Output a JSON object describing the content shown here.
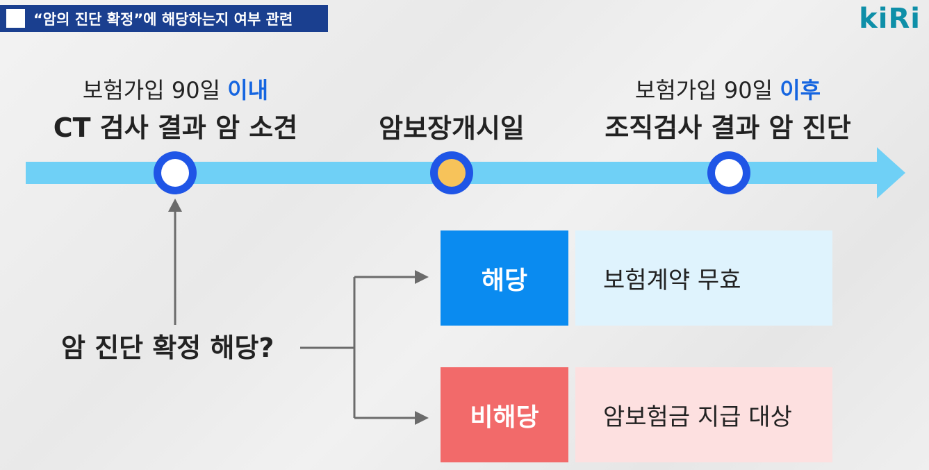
{
  "header": {
    "title": "“암의 진단 확정”에 해당하는지 여부 관련"
  },
  "logo": {
    "text_k": "k",
    "text_iri": "iRi"
  },
  "timeline": {
    "points": [
      {
        "sub_prefix": "보험가입 90일 ",
        "sub_emph": "이내",
        "main": "CT 검사 결과 암 소견"
      },
      {
        "main": "암보장개시일"
      },
      {
        "sub_prefix": "보험가입 90일 ",
        "sub_emph": "이후",
        "main": "조직검사 결과 암 진단"
      }
    ]
  },
  "question": "암 진단 확정 해당?",
  "outcomes": [
    {
      "tag": "해당",
      "result": "보험계약 무효"
    },
    {
      "tag": "비해당",
      "result": "암보험금 지급 대상"
    }
  ],
  "colors": {
    "title_bg": "#1a3f8f",
    "timeline": "#6fd0f6",
    "node_ring": "#1f55e6",
    "node_start_fill": "#f7c35a",
    "emphasis": "#1565e0",
    "tag_yes": "#0a8bf0",
    "tag_no": "#f26a6a",
    "result_yes_bg": "#dff3fd",
    "result_no_bg": "#fde0e0",
    "logo": "#0e8fa8"
  }
}
